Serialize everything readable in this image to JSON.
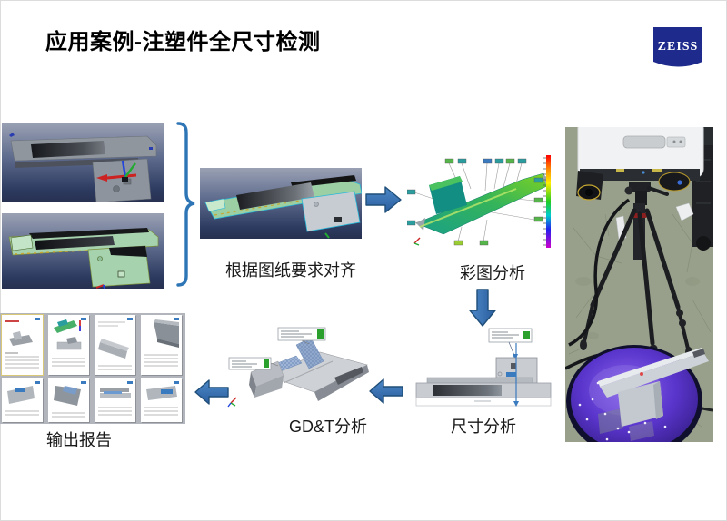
{
  "slide": {
    "title": "应用案例-注塑件全尺寸检测",
    "brand": "ZEISS"
  },
  "workflow": {
    "steps": [
      {
        "id": "scan-inputs",
        "label": ""
      },
      {
        "id": "align",
        "label": "根据图纸要求对齐"
      },
      {
        "id": "colormap",
        "label": "彩图分析"
      },
      {
        "id": "dimension",
        "label": "尺寸分析"
      },
      {
        "id": "gdt",
        "label": "GD&T分析"
      },
      {
        "id": "report",
        "label": "输出报告"
      }
    ]
  },
  "icons": {
    "arrow_right": "block-arrow-right",
    "arrow_down": "block-arrow-down",
    "arrow_left": "block-arrow-left",
    "brace": "right-curly-brace",
    "zeiss_logo": "zeiss-lens-square"
  },
  "colors": {
    "arrow_blue": "#2E75B6",
    "arrow_border": "#1F4E79",
    "zeiss_blue": "#1E2B8C",
    "title_text": "#000000",
    "label_text": "#1A1A1A",
    "viewport_bg_top": "#9AA1B4",
    "viewport_bg_bottom": "#27304F",
    "colormap_scale": [
      "#FF0000",
      "#FF8800",
      "#FFEE00",
      "#22CC22",
      "#00CCCC",
      "#2222EE",
      "#CC00CC"
    ]
  }
}
